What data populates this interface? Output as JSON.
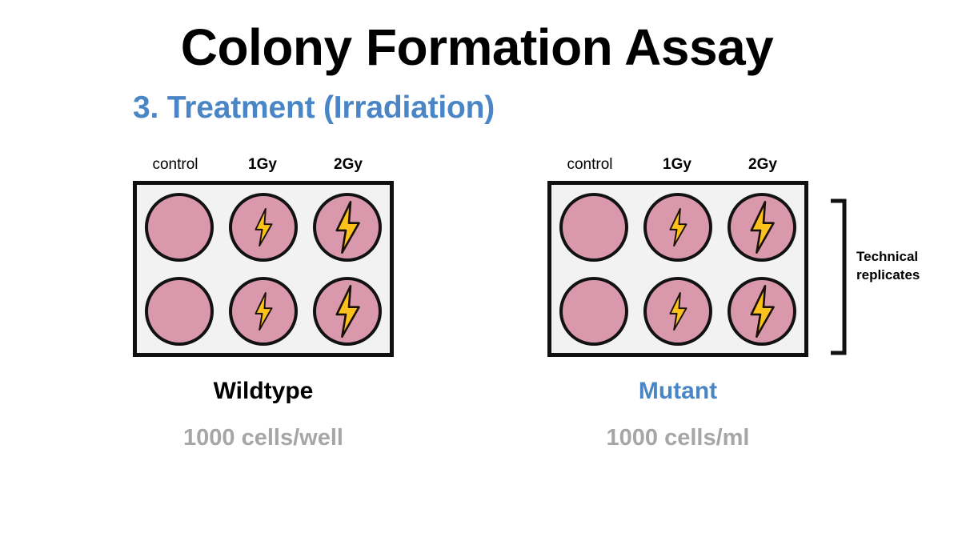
{
  "heading": {
    "title": "Colony Formation Assay",
    "subtitle": "3. Treatment (Irradiation)"
  },
  "colors": {
    "accent_blue": "#4a86c5",
    "well_pink": "#d998ab",
    "bolt_yellow": "#fcc21b",
    "plate_background": "#f2f2f2",
    "outline_black": "#101010",
    "muted_gray": "#a6a6a6"
  },
  "plates": [
    {
      "id": "wildtype",
      "column_labels": [
        "control",
        "1Gy",
        "2Gy"
      ],
      "caption": "Wildtype",
      "subcaption": "1000 cells/well",
      "rows": [
        [
          {
            "dose": 0,
            "dose_label": "control"
          },
          {
            "dose": 1,
            "dose_label": "1Gy"
          },
          {
            "dose": 2,
            "dose_label": "2Gy"
          }
        ],
        [
          {
            "dose": 0,
            "dose_label": "control"
          },
          {
            "dose": 1,
            "dose_label": "1Gy"
          },
          {
            "dose": 2,
            "dose_label": "2Gy"
          }
        ]
      ]
    },
    {
      "id": "mutant",
      "column_labels": [
        "control",
        "1Gy",
        "2Gy"
      ],
      "caption": "Mutant",
      "subcaption": "1000 cells/ml",
      "rows": [
        [
          {
            "dose": 0,
            "dose_label": "control"
          },
          {
            "dose": 1,
            "dose_label": "1Gy"
          },
          {
            "dose": 2,
            "dose_label": "2Gy"
          }
        ],
        [
          {
            "dose": 0,
            "dose_label": "control"
          },
          {
            "dose": 1,
            "dose_label": "1Gy"
          },
          {
            "dose": 2,
            "dose_label": "2Gy"
          }
        ]
      ]
    }
  ],
  "annotation": {
    "bracket_label_line1": "Technical",
    "bracket_label_line2": "replicates",
    "icon": "square-bracket-right"
  }
}
